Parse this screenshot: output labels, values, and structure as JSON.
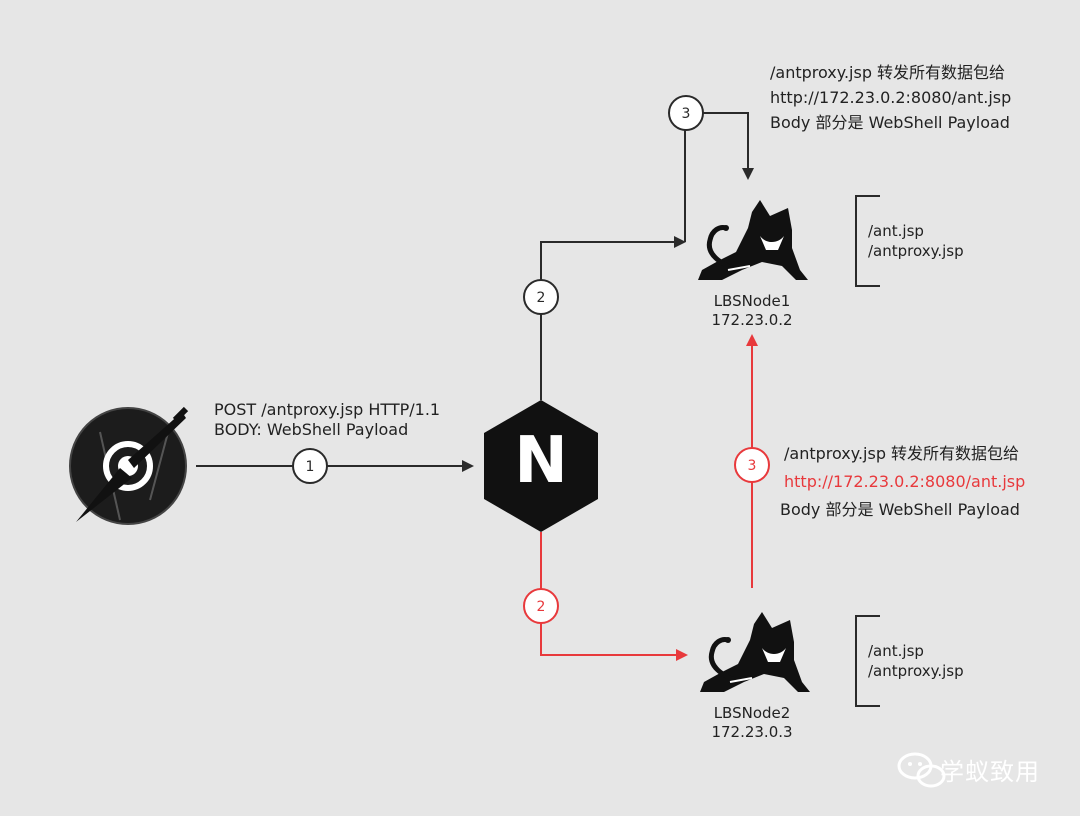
{
  "client": {
    "request_line": "POST /antproxy.jsp HTTP/1.1",
    "body_line": "BODY: WebShell Payload"
  },
  "steps": {
    "s1": "1",
    "s2_black": "2",
    "s3_black": "3",
    "s2_red": "2",
    "s3_red": "3"
  },
  "proxy": {
    "letter": "N"
  },
  "top_note": {
    "line1": "/antproxy.jsp 转发所有数据包给",
    "line2": "http://172.23.0.2:8080/ant.jsp",
    "line3": "Body 部分是 WebShell Payload"
  },
  "mid_note": {
    "line1": "/antproxy.jsp 转发所有数据包给",
    "line2": "http://172.23.0.2:8080/ant.jsp",
    "line3": "Body 部分是 WebShell Payload"
  },
  "node1": {
    "name": "LBSNode1",
    "ip": "172.23.0.2",
    "files": [
      "/ant.jsp",
      "/antproxy.jsp"
    ]
  },
  "node2": {
    "name": "LBSNode2",
    "ip": "172.23.0.3",
    "files": [
      "/ant.jsp",
      "/antproxy.jsp"
    ]
  },
  "watermark": {
    "text": "学蚁致用"
  },
  "colors": {
    "background": "#e6e6e6",
    "black_path": "#2a2a2a",
    "red_path": "#e8393c"
  }
}
